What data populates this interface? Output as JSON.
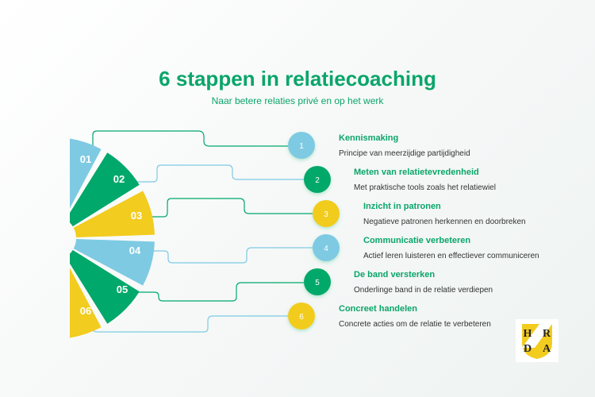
{
  "title": "6 stappen in relatiecoaching",
  "subtitle": "Naar betere relaties privé en op het werk",
  "colors": {
    "blue": "#7ecae3",
    "green": "#00a86b",
    "yellow": "#f2cc1f"
  },
  "segments": [
    "01",
    "02",
    "03",
    "04",
    "05",
    "06"
  ],
  "steps": [
    {
      "num": "1",
      "title": "Kennismaking",
      "desc": "Principe van meerzijdige partijdigheid"
    },
    {
      "num": "2",
      "title": "Meten van relatietevredenheid",
      "desc": "Met praktische tools zoals het relatiewiel"
    },
    {
      "num": "3",
      "title": "Inzicht in patronen",
      "desc": "Negatieve patronen herkennen en doorbreken"
    },
    {
      "num": "4",
      "title": "Communicatie verbeteren",
      "desc": "Actief leren luisteren en effectiever communiceren"
    },
    {
      "num": "5",
      "title": "De band versterken",
      "desc": "Onderlinge band in de relatie verdiepen"
    },
    {
      "num": "6",
      "title": "Concreet handelen",
      "desc": "Concrete acties om de relatie te verbeteren"
    }
  ],
  "logo": {
    "letters": "H R D A"
  }
}
